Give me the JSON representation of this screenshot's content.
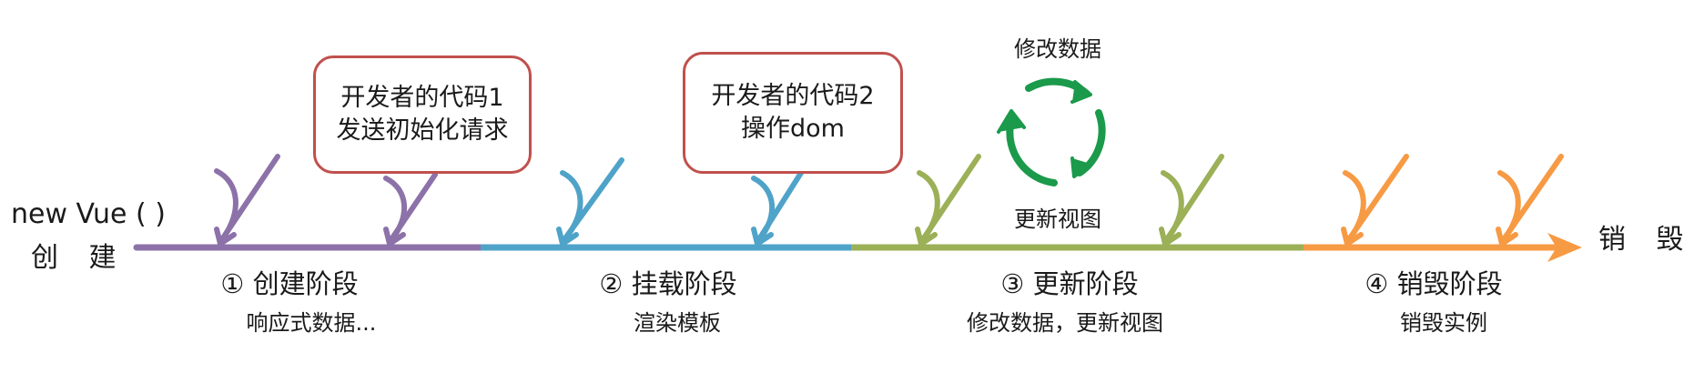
{
  "start": {
    "line1": "new Vue ( )",
    "line2": "创 建"
  },
  "end": {
    "label": "销 毁"
  },
  "phases": [
    {
      "title": "① 创建阶段",
      "desc": "响应式数据...",
      "color": "#8c72a8"
    },
    {
      "title": "② 挂载阶段",
      "desc": "渲染模板",
      "color": "#4fa3c8"
    },
    {
      "title": "③ 更新阶段",
      "desc": "修改数据，更新视图",
      "color": "#9bb057"
    },
    {
      "title": "④ 销毁阶段",
      "desc": "销毁实例",
      "color": "#f79a44"
    }
  ],
  "callouts": [
    {
      "line1": "开发者的代码1",
      "line2": "发送初始化请求",
      "border_color": "#c0504d"
    },
    {
      "line1": "开发者的代码2",
      "line2": "操作dom",
      "border_color": "#c0504d"
    }
  ],
  "update_cycle": {
    "top_label": "修改数据",
    "bottom_label": "更新视图",
    "color": "#1a9a4a"
  }
}
